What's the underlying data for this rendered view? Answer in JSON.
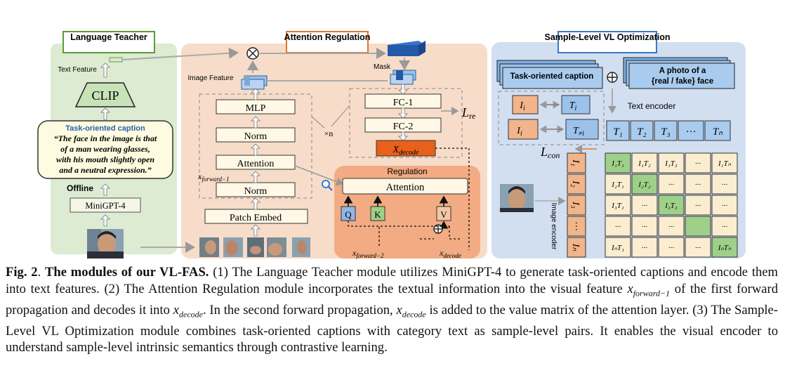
{
  "panels": {
    "language_teacher": "Language Teacher",
    "attention_regulation": "Attention Regulation",
    "sample_level": "Sample-Level VL Optimization"
  },
  "left": {
    "text_feature": "Text Feature",
    "clip": "CLIP",
    "caption_title": "Task-oriented caption",
    "caption_lines": [
      "“The face in the image is that",
      "of a man wearing glasses,",
      "with his mouth slightly open",
      "and a neutral expression.”"
    ],
    "offline": "Offline",
    "minigpt": "MiniGPT-4"
  },
  "middle": {
    "image_feature": "Image Feature",
    "mask": "Mask",
    "mlp": "MLP",
    "norm1": "Norm",
    "attention": "Attention",
    "norm2": "Norm",
    "patch_embed": "Patch Embed",
    "xn": "×n",
    "x_forward_1": "x",
    "x_forward_1_sub": "forward−1",
    "fc1": "FC-1",
    "fc2": "FC-2",
    "x_decode": "X",
    "x_decode_sub": "decode",
    "l_re": "L",
    "l_re_sub": "re",
    "regulation": "Regulation",
    "reg_attention": "Attention",
    "q": "Q",
    "k": "K",
    "v": "V",
    "x_forward_2": "x",
    "x_forward_2_sub": "forward−2",
    "x_decode_bottom": "x",
    "x_decode_bottom_sub": "decode"
  },
  "right": {
    "task_caption": "Task-oriented caption",
    "photo_line1": "A photo of a",
    "photo_line2": "{real / fake} face",
    "text_encoder": "Text encoder",
    "image_encoder": "Image encoder",
    "l_con": "L",
    "l_con_sub": "con",
    "t_cells": [
      "T₁",
      "T₂",
      "T₃",
      "···",
      "Tₙ"
    ],
    "i_cells": [
      "I₁",
      "I₂",
      "I₃",
      "···",
      "Iₙ"
    ],
    "matrix": [
      [
        "I₁T₁",
        "I₁T₂",
        "I₁T₃",
        "···",
        "I₁Tₙ"
      ],
      [
        "I₂T₁",
        "I₂T₂",
        "···",
        "···",
        "···"
      ],
      [
        "I₃T₁",
        "···",
        "I₃T₃",
        "···",
        "···"
      ],
      [
        "···",
        "···",
        "···",
        "",
        "···"
      ],
      [
        "IₙT₁",
        "···",
        "···",
        "···",
        "IₙTₙ"
      ]
    ],
    "ti_top": "T",
    "ti_top_sub": "i",
    "ti_bottom": "T",
    "ti_bottom_sub": "≠i",
    "ii": "I",
    "ii_sub": "i"
  },
  "caption": {
    "fig": "Fig. 2",
    "bold": "The modules of our VL-FAS.",
    "p1": " (1) The Language Teacher module utilizes MiniGPT-4 to generate task-oriented captions and encode them into text features.  (2) The Attention Regulation module incorporates the textual information into the visual feature ",
    "xf": "x",
    "xf_sub": "forward−1",
    "p2": " of the first forward propagation and decodes it into ",
    "xd": "x",
    "xd_sub": "decode",
    "p3": ".  In the second forward propagation, ",
    "xd2": "x",
    "xd2_sub": "decode",
    "p4": " is added to the value matrix of the attention layer.  (3) The Sample-Level VL Optimization module combines task-oriented captions with category text as sample-level pairs. It enables the visual encoder to understand sample-level intrinsic semantics through contrastive learning."
  }
}
